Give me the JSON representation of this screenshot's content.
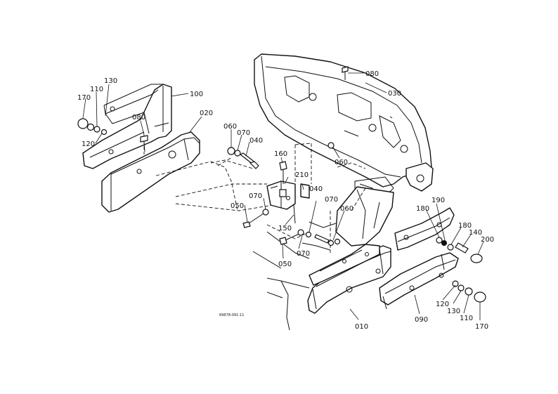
{
  "drawing_code": "69678-091-11",
  "callouts": [
    {
      "id": "c-080-top",
      "text": "080"
    },
    {
      "id": "c-030",
      "text": "030"
    },
    {
      "id": "c-100",
      "text": "100"
    },
    {
      "id": "c-130-left",
      "text": "130"
    },
    {
      "id": "c-110-left",
      "text": "110"
    },
    {
      "id": "c-170-left",
      "text": "170"
    },
    {
      "id": "c-120-left",
      "text": "120"
    },
    {
      "id": "c-080-left",
      "text": "080"
    },
    {
      "id": "c-020",
      "text": "020"
    },
    {
      "id": "c-060-a",
      "text": "060"
    },
    {
      "id": "c-070-a",
      "text": "070"
    },
    {
      "id": "c-040-a",
      "text": "040"
    },
    {
      "id": "c-160",
      "text": "160"
    },
    {
      "id": "c-060-b",
      "text": "060"
    },
    {
      "id": "c-210",
      "text": "210"
    },
    {
      "id": "c-040-b",
      "text": "040"
    },
    {
      "id": "c-070-b",
      "text": "070"
    },
    {
      "id": "c-050-a",
      "text": "050"
    },
    {
      "id": "c-070-c",
      "text": "070"
    },
    {
      "id": "c-060-c",
      "text": "060"
    },
    {
      "id": "c-150",
      "text": "150"
    },
    {
      "id": "c-070-d",
      "text": "070"
    },
    {
      "id": "c-050-b",
      "text": "050"
    },
    {
      "id": "c-180-a",
      "text": "180"
    },
    {
      "id": "c-190",
      "text": "190"
    },
    {
      "id": "c-180-b",
      "text": "180"
    },
    {
      "id": "c-140",
      "text": "140"
    },
    {
      "id": "c-200",
      "text": "200"
    },
    {
      "id": "c-010",
      "text": "010"
    },
    {
      "id": "c-090",
      "text": "090"
    },
    {
      "id": "c-120-right",
      "text": "120"
    },
    {
      "id": "c-130-right",
      "text": "130"
    },
    {
      "id": "c-110-right",
      "text": "110"
    },
    {
      "id": "c-170-right",
      "text": "170"
    }
  ]
}
